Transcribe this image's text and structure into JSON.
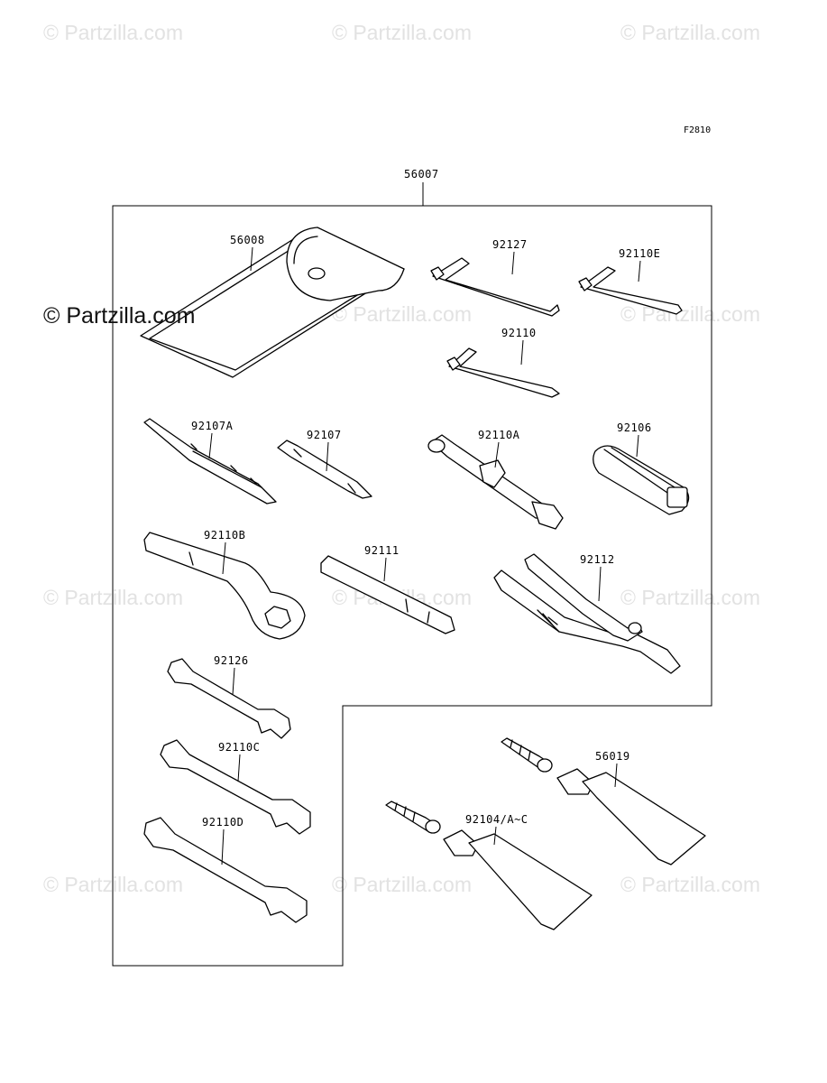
{
  "diagram_code": "F2810",
  "assembly_label": "56007",
  "watermark": "© Partzilla.com",
  "parts": {
    "pouch": "56008",
    "hex_wrench_large": "92127",
    "hex_wrench_small": "92110E",
    "hex_wrench_mid": "92110",
    "screwdriver_flat": "92107A",
    "screwdriver_bit": "92107",
    "socket_handle": "92110A",
    "grip": "92106",
    "box_wrench": "92110B",
    "extension_bar": "92111",
    "pliers": "92112",
    "wrench_small": "92126",
    "wrench_mid": "92110C",
    "wrench_large": "92110D",
    "tube_grease_a": "92104/A~C",
    "tube_grease_b": "56019"
  }
}
